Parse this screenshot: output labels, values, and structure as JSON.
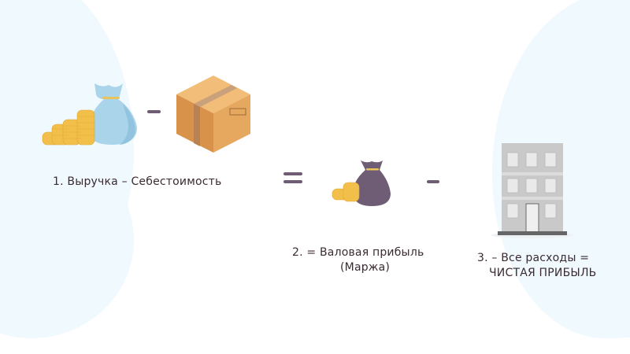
{
  "colors": {
    "background": "#ffffff",
    "blob": "#f0f9fe",
    "text": "#3a2a32",
    "operator": "#6e5d75",
    "coin": "#f2c04a",
    "bag_revenue": "#a9d4ea",
    "bag_margin": "#6e5d75",
    "box": "#e6a75e",
    "building": "#c9c9c9"
  },
  "steps": [
    {
      "number": "1.",
      "label": "1. Выручка – Себестоимость",
      "icons": [
        "money-bag-with-coins-icon",
        "cardboard-box-icon"
      ]
    },
    {
      "number": "2.",
      "label_line1": "2. = Валовая прибыль",
      "label_line2": "(Маржа)",
      "icons": [
        "money-bag-small-icon"
      ]
    },
    {
      "number": "3.",
      "label_line1": "3. – Все расходы =",
      "label_line2": "ЧИСТАЯ ПРИБЫЛЬ",
      "icons": [
        "building-icon"
      ]
    }
  ],
  "operators": {
    "minus1": "−",
    "equals": "=",
    "minus2": "−"
  }
}
